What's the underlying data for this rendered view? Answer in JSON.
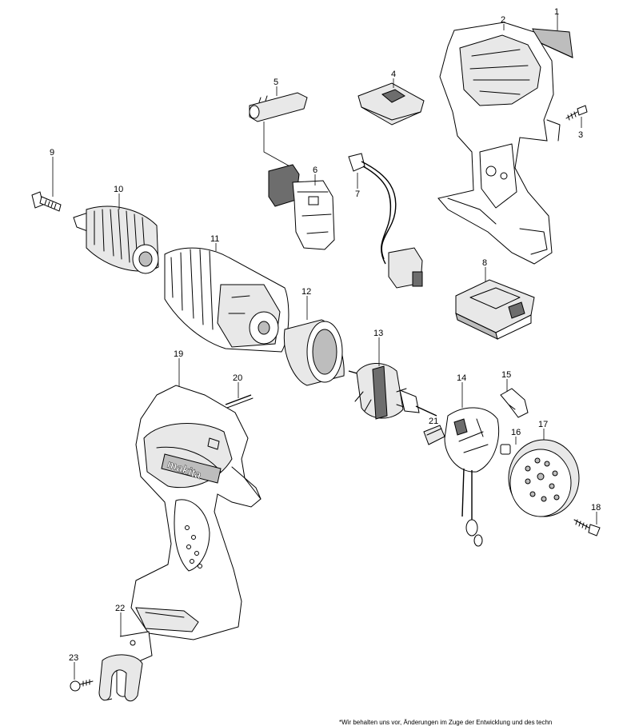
{
  "parts": [
    {
      "id": "part-1",
      "number": "1"
    },
    {
      "id": "part-2",
      "number": "2"
    },
    {
      "id": "part-3",
      "number": "3"
    },
    {
      "id": "part-4",
      "number": "4"
    },
    {
      "id": "part-5",
      "number": "5"
    },
    {
      "id": "part-6",
      "number": "6"
    },
    {
      "id": "part-7",
      "number": "7"
    },
    {
      "id": "part-8",
      "number": "8"
    },
    {
      "id": "part-9",
      "number": "9"
    },
    {
      "id": "part-10",
      "number": "10"
    },
    {
      "id": "part-11",
      "number": "11"
    },
    {
      "id": "part-12",
      "number": "12"
    },
    {
      "id": "part-13",
      "number": "13"
    },
    {
      "id": "part-14",
      "number": "14"
    },
    {
      "id": "part-15",
      "number": "15"
    },
    {
      "id": "part-16",
      "number": "16"
    },
    {
      "id": "part-17",
      "number": "17"
    },
    {
      "id": "part-18",
      "number": "18"
    },
    {
      "id": "part-19",
      "number": "19"
    },
    {
      "id": "part-20",
      "number": "20"
    },
    {
      "id": "part-21",
      "number": "21"
    },
    {
      "id": "part-22",
      "number": "22"
    },
    {
      "id": "part-23",
      "number": "23"
    }
  ],
  "housing_logo": "makita",
  "footnote": "*Wir behalten uns vor, Änderungen im Zuge der Entwicklung und des techn"
}
